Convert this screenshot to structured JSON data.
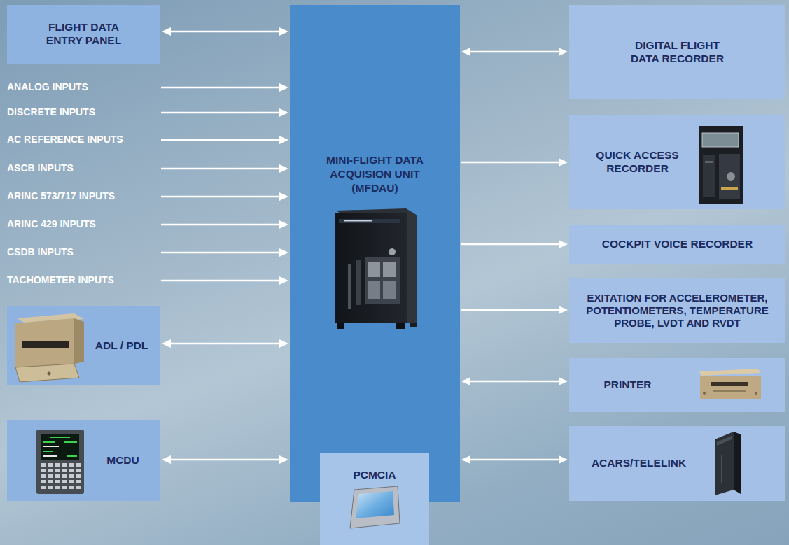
{
  "diagram": {
    "nodes": [
      {
        "text": [
          "FLIGHT DATA ENTRY PANEL"
        ]
      },
      {
        "text": [
          "ANALOG INPUTS"
        ]
      },
      {
        "text": [
          "DISCRETE INPUTS"
        ]
      },
      {
        "text": [
          "AC REFERENCE INPUTS"
        ]
      },
      {
        "text": [
          "ASCB INPUTS"
        ]
      },
      {
        "text": [
          "ARINC 573/717 INPUTS"
        ]
      },
      {
        "text": [
          "ARINC 429 INPUTS"
        ]
      },
      {
        "text": [
          "CSDB INPUTS"
        ]
      },
      {
        "text": [
          "TACHOMETER INPUTS"
        ]
      },
      {
        "text": [
          "ADL / PDL"
        ]
      },
      {
        "text": [
          "MCDU"
        ]
      },
      {
        "text": [
          "MINI-FLIGHT DATA ACQUISION UNIT (MFDAU)"
        ]
      },
      {
        "text": [
          "PCMCIA"
        ]
      },
      {
        "text": [
          "DIGITAL FLIGHT DATA RECORDER"
        ]
      },
      {
        "text": [
          "QUICK ACCESS RECORDER"
        ]
      },
      {
        "text": [
          "COCKPIT VOICE RECORDER"
        ]
      },
      {
        "text": [
          "EXITATION FOR ACCELEROMETER, POTENTIOMETERS, TEMPERATURE PROBE, LVDT AND RVDT"
        ]
      },
      {
        "text": [
          "PRINTER"
        ]
      },
      {
        "text": [
          "ACARS/TELELINK"
        ]
      }
    ],
    "edges": [
      {
        "from": 0,
        "to": 11,
        "arrow": "both"
      },
      {
        "from": 1,
        "to": 11,
        "arrow": "to"
      },
      {
        "from": 2,
        "to": 11,
        "arrow": "to"
      },
      {
        "from": 3,
        "to": 11,
        "arrow": "to"
      },
      {
        "from": 4,
        "to": 11,
        "arrow": "to"
      },
      {
        "from": 5,
        "to": 11,
        "arrow": "to"
      },
      {
        "from": 6,
        "to": 11,
        "arrow": "to"
      },
      {
        "from": 7,
        "to": 11,
        "arrow": "to"
      },
      {
        "from": 8,
        "to": 11,
        "arrow": "to"
      },
      {
        "from": 9,
        "to": 11,
        "arrow": "both"
      },
      {
        "from": 10,
        "to": 11,
        "arrow": "both"
      },
      {
        "from": 11,
        "to": 13,
        "arrow": "both"
      },
      {
        "from": 11,
        "to": 14,
        "arrow": "to"
      },
      {
        "from": 11,
        "to": 15,
        "arrow": "to"
      },
      {
        "from": 11,
        "to": 16,
        "arrow": "to"
      },
      {
        "from": 11,
        "to": 17,
        "arrow": "both"
      },
      {
        "from": 11,
        "to": 18,
        "arrow": "both"
      }
    ]
  }
}
